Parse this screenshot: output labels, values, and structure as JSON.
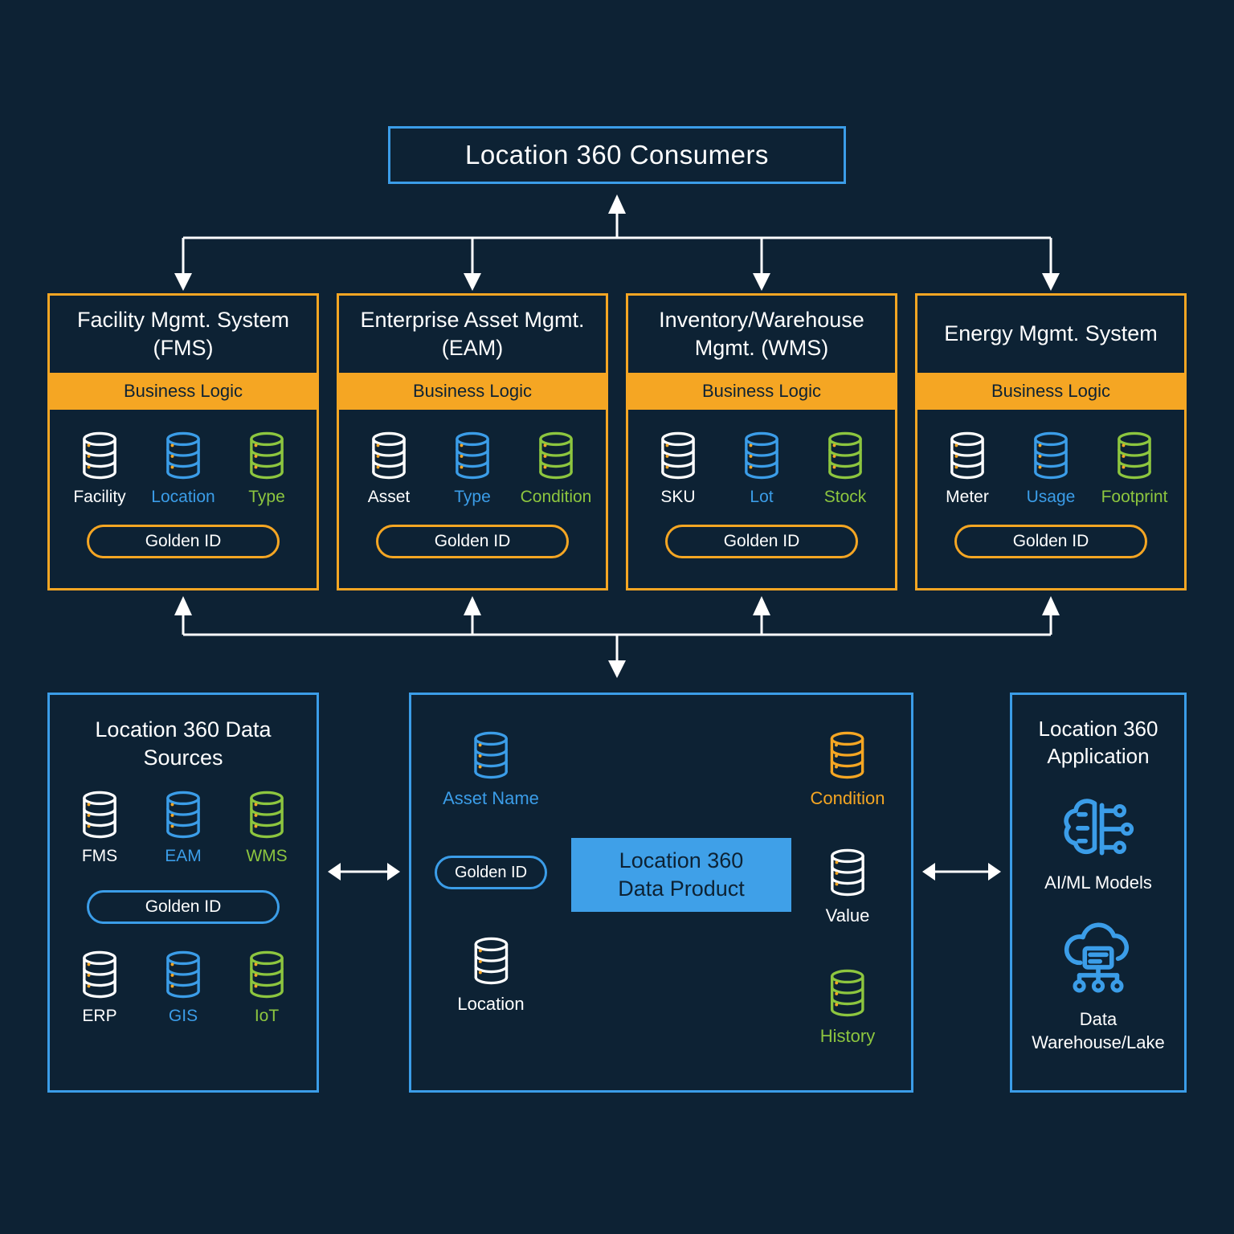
{
  "colors": {
    "background": "#0d2234",
    "accent_blue": "#3b9de8",
    "accent_orange": "#f5a623",
    "accent_green": "#8dc63f",
    "white": "#ffffff",
    "product_box_fill": "#3fa0e8"
  },
  "consumers": {
    "title": "Location 360 Consumers"
  },
  "systems": [
    {
      "title": "Facility Mgmt. System (FMS)",
      "business_logic": "Business Logic",
      "databases": [
        {
          "label": "Facility",
          "color": "white"
        },
        {
          "label": "Location",
          "color": "blue"
        },
        {
          "label": "Type",
          "color": "green"
        }
      ],
      "golden_id": "Golden ID"
    },
    {
      "title": "Enterprise Asset Mgmt. (EAM)",
      "business_logic": "Business Logic",
      "databases": [
        {
          "label": "Asset",
          "color": "white"
        },
        {
          "label": "Type",
          "color": "blue"
        },
        {
          "label": "Condition",
          "color": "green"
        }
      ],
      "golden_id": "Golden ID"
    },
    {
      "title": "Inventory/Warehouse Mgmt. (WMS)",
      "business_logic": "Business Logic",
      "databases": [
        {
          "label": "SKU",
          "color": "white"
        },
        {
          "label": "Lot",
          "color": "blue"
        },
        {
          "label": "Stock",
          "color": "green"
        }
      ],
      "golden_id": "Golden ID"
    },
    {
      "title": "Energy Mgmt. System",
      "business_logic": "Business Logic",
      "databases": [
        {
          "label": "Meter",
          "color": "white"
        },
        {
          "label": "Usage",
          "color": "blue"
        },
        {
          "label": "Footprint",
          "color": "green"
        }
      ],
      "golden_id": "Golden ID"
    }
  ],
  "data_sources": {
    "title": "Location 360 Data Sources",
    "row1": [
      {
        "label": "FMS",
        "color": "white"
      },
      {
        "label": "EAM",
        "color": "blue"
      },
      {
        "label": "WMS",
        "color": "green"
      }
    ],
    "golden_id": "Golden ID",
    "row2": [
      {
        "label": "ERP",
        "color": "white"
      },
      {
        "label": "GIS",
        "color": "blue"
      },
      {
        "label": "IoT",
        "color": "green"
      }
    ]
  },
  "data_product": {
    "asset_name": "Asset Name",
    "condition": "Condition",
    "golden_id": "Golden ID",
    "center_label": "Location 360 Data Product",
    "value": "Value",
    "location": "Location",
    "history": "History"
  },
  "application": {
    "title": "Location 360 Application",
    "aiml_label": "AI/ML Models",
    "dwh_label": "Data Warehouse/Lake"
  }
}
